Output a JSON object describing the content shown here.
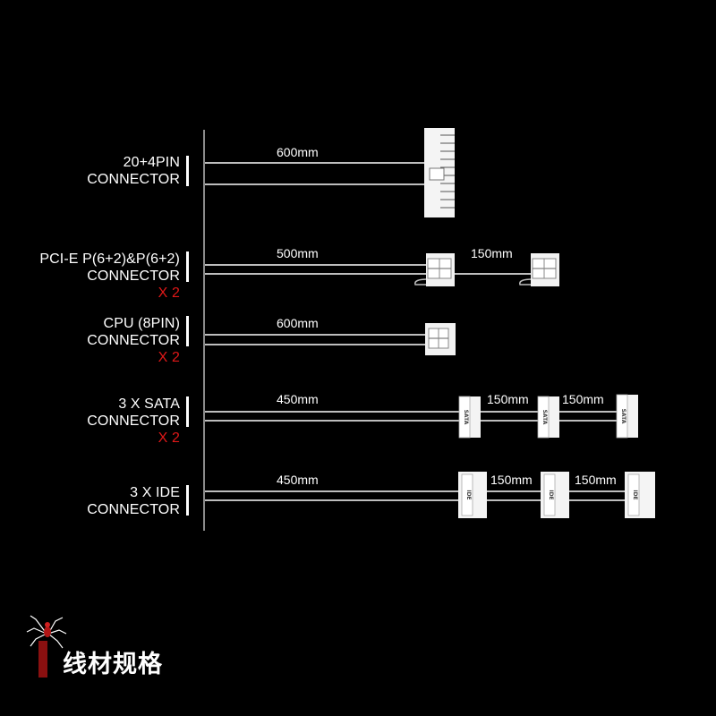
{
  "colors": {
    "background": "#000000",
    "text": "#ffffff",
    "accent_red": "#e01818",
    "cable": "#bdbdbd"
  },
  "rows": [
    {
      "label_lines": [
        "20+4PIN",
        "CONNECTOR"
      ],
      "multiplier": "",
      "lengths": [
        "600mm"
      ]
    },
    {
      "label_lines": [
        "PCI-E P(6+2)&P(6+2)",
        "CONNECTOR"
      ],
      "multiplier": "X 2",
      "lengths": [
        "500mm",
        "150mm"
      ]
    },
    {
      "label_lines": [
        "CPU (8PIN)",
        "CONNECTOR"
      ],
      "multiplier": "X 2",
      "lengths": [
        "600mm"
      ]
    },
    {
      "label_lines": [
        "3 X SATA",
        "CONNECTOR"
      ],
      "multiplier": "X 2",
      "lengths": [
        "450mm",
        "150mm",
        "150mm"
      ]
    },
    {
      "label_lines": [
        "3 X IDE",
        "CONNECTOR"
      ],
      "multiplier": "",
      "lengths": [
        "450mm",
        "150mm",
        "150mm"
      ]
    }
  ],
  "connector_text": {
    "sata": "SATA",
    "ide": "IDE"
  },
  "footer": {
    "title": "线材规格",
    "logo_icon": "spider-logo-icon"
  }
}
